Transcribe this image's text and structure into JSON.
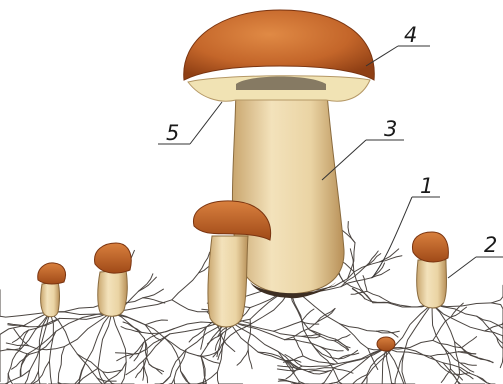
{
  "diagram": {
    "labels": [
      {
        "id": "mycelium",
        "text": "1"
      },
      {
        "id": "young-fruiting-body",
        "text": "2"
      },
      {
        "id": "stalk",
        "text": "3"
      },
      {
        "id": "cap",
        "text": "4"
      },
      {
        "id": "spore-layer",
        "text": "5"
      }
    ]
  },
  "colors": {
    "cap": "#c4662a",
    "cap_dark": "#8f3f14",
    "stalk": "#ead4a4",
    "stalk_shade": "#c9a66e",
    "spore_layer": "#f1e3b4",
    "mycelium": "#4b4541",
    "background": "#ffffff"
  }
}
